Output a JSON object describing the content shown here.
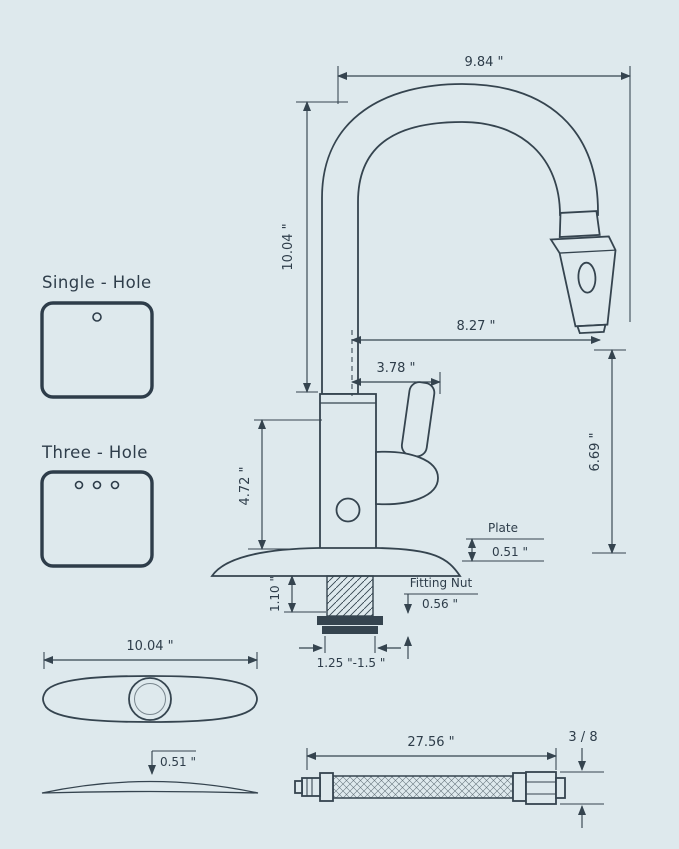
{
  "colors": {
    "background": "#dee9ed",
    "ink": "#35444f",
    "text": "#2e3d4a"
  },
  "mount_options": {
    "single": {
      "label": "Single - Hole"
    },
    "three": {
      "label": "Three - Hole"
    }
  },
  "faucet": {
    "spout_width": "9.84 \"",
    "spout_height": "10.04 \"",
    "spout_reach": "8.27 \"",
    "handle_clearance": "3.78 \"",
    "head_to_deck": "6.69 \"",
    "body_height": "4.72 \"",
    "plate_label": "Plate",
    "plate_thickness": "0.51 \"",
    "deck_max_thickness": "1.10 \"",
    "fitting_nut_label": "Fitting Nut",
    "fitting_nut_size": "0.56 \"",
    "hole_size": "1.25 \"-1.5 \""
  },
  "deck_plate": {
    "width": "10.04 \"",
    "thickness": "0.51 \""
  },
  "supply_hose": {
    "length": "27.56 \"",
    "thread_size": "3 / 8"
  }
}
